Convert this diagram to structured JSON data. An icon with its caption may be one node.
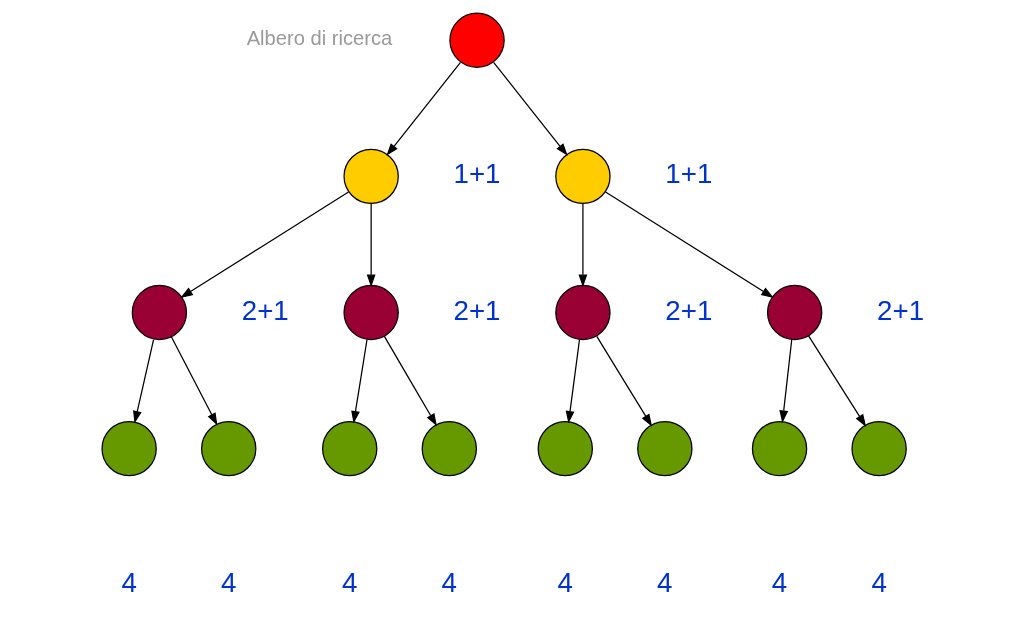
{
  "diagram": {
    "nodes": [
      {
        "text": [],
        "shape": "circle"
      },
      {
        "text": [],
        "shape": "circle",
        "beside": [
          "1+1"
        ]
      },
      {
        "text": [],
        "shape": "circle",
        "beside": [
          "1+1"
        ]
      },
      {
        "text": [],
        "shape": "circle",
        "beside": [
          "2+1"
        ]
      },
      {
        "text": [],
        "shape": "circle",
        "beside": [
          "2+1"
        ]
      },
      {
        "text": [],
        "shape": "circle",
        "beside": [
          "2+1"
        ]
      },
      {
        "text": [],
        "shape": "circle",
        "beside": [
          "2+1"
        ]
      },
      {
        "text": [],
        "shape": "circle",
        "beside": [
          "4"
        ]
      },
      {
        "text": [],
        "shape": "circle",
        "beside": [
          "4"
        ]
      },
      {
        "text": [],
        "shape": "circle",
        "beside": [
          "4"
        ]
      },
      {
        "text": [],
        "shape": "circle",
        "beside": [
          "4"
        ]
      },
      {
        "text": [],
        "shape": "circle",
        "beside": [
          "4"
        ]
      },
      {
        "text": [],
        "shape": "circle",
        "beside": [
          "4"
        ]
      },
      {
        "text": [],
        "shape": "circle",
        "beside": [
          "4"
        ]
      },
      {
        "text": [],
        "shape": "circle",
        "beside": [
          "4"
        ]
      }
    ],
    "edges": [
      {
        "from": 0,
        "to": 1,
        "arrow": "to"
      },
      {
        "from": 0,
        "to": 2,
        "arrow": "to"
      },
      {
        "from": 1,
        "to": 3,
        "arrow": "to"
      },
      {
        "from": 1,
        "to": 4,
        "arrow": "to"
      },
      {
        "from": 2,
        "to": 5,
        "arrow": "to"
      },
      {
        "from": 2,
        "to": 6,
        "arrow": "to"
      },
      {
        "from": 3,
        "to": 7,
        "arrow": "to"
      },
      {
        "from": 3,
        "to": 8,
        "arrow": "to"
      },
      {
        "from": 4,
        "to": 9,
        "arrow": "to"
      },
      {
        "from": 4,
        "to": 10,
        "arrow": "to"
      },
      {
        "from": 5,
        "to": 11,
        "arrow": "to"
      },
      {
        "from": 5,
        "to": 12,
        "arrow": "to"
      },
      {
        "from": 6,
        "to": 13,
        "arrow": "to"
      },
      {
        "from": 6,
        "to": 14,
        "arrow": "to"
      }
    ],
    "labels": [
      "Albero di ricerca"
    ]
  }
}
